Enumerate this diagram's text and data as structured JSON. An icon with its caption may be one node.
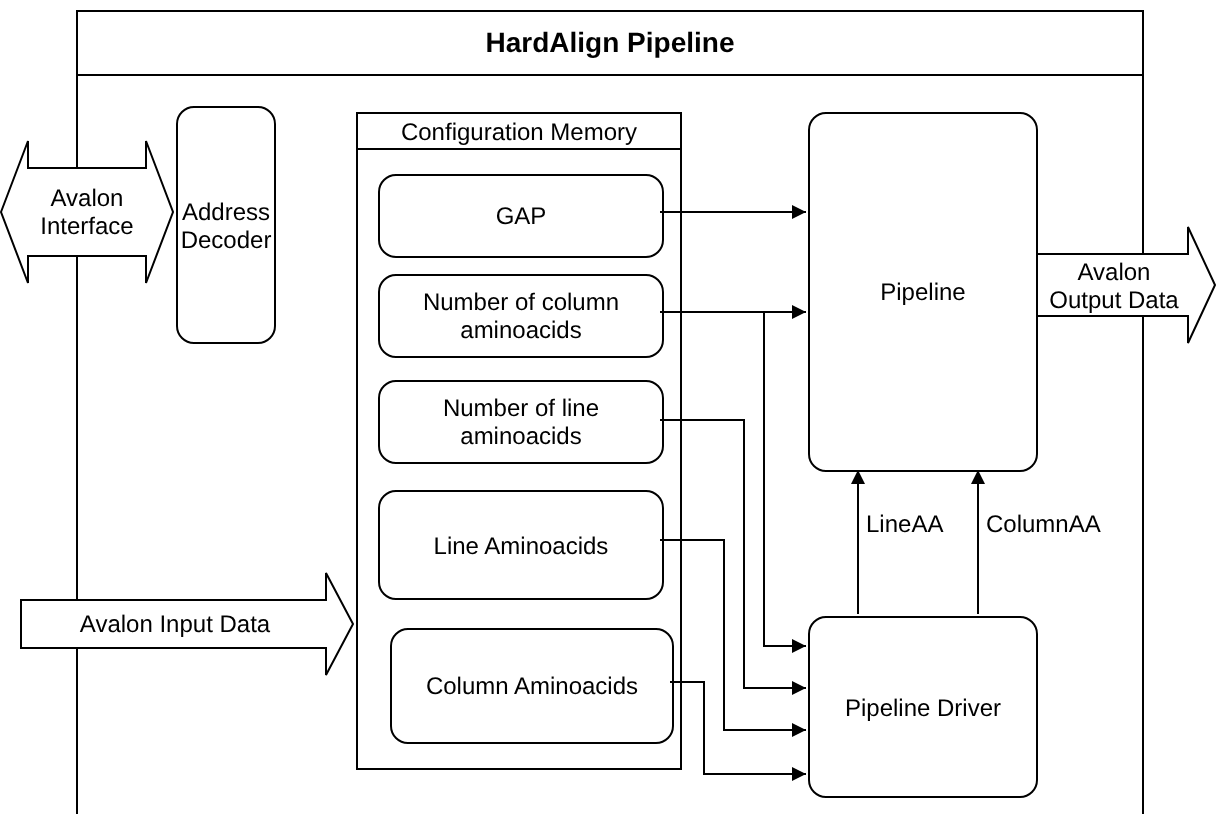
{
  "diagram": {
    "nodes": [
      {
        "text": [
          "HardAlign Pipeline"
        ]
      },
      {
        "text": [
          "Avalon Interface"
        ]
      },
      {
        "text": [
          "Address Decoder"
        ],
        "in": 0
      },
      {
        "text": [
          "Configuration Memory"
        ],
        "in": 0
      },
      {
        "text": [
          "GAP"
        ],
        "in": 3
      },
      {
        "text": [
          "Number of column aminoacids"
        ],
        "in": 3
      },
      {
        "text": [
          "Number of line aminoacids"
        ],
        "in": 3
      },
      {
        "text": [
          "Line Aminoacids"
        ],
        "in": 3
      },
      {
        "text": [
          "Column Aminoacids"
        ],
        "in": 3
      },
      {
        "text": [
          "Pipeline"
        ],
        "in": 0
      },
      {
        "text": [
          "Avalon Output Data"
        ]
      },
      {
        "text": [
          "Avalon Input Data"
        ]
      },
      {
        "text": [
          "Pipeline Driver"
        ],
        "in": 0
      }
    ],
    "edges": [
      {
        "from": 4,
        "to": 9,
        "arrow": "to"
      },
      {
        "from": 5,
        "to": 9,
        "arrow": "to"
      },
      {
        "from": 5,
        "to": 12,
        "arrow": "to"
      },
      {
        "from": 6,
        "to": 12,
        "arrow": "to"
      },
      {
        "from": 7,
        "to": 12,
        "arrow": "to"
      },
      {
        "from": 8,
        "to": 12,
        "arrow": "to"
      },
      {
        "from": 12,
        "to": 9,
        "arrow": "to",
        "label": "LineAA"
      },
      {
        "from": 12,
        "to": 9,
        "arrow": "to",
        "label": "ColumnAA"
      }
    ]
  }
}
